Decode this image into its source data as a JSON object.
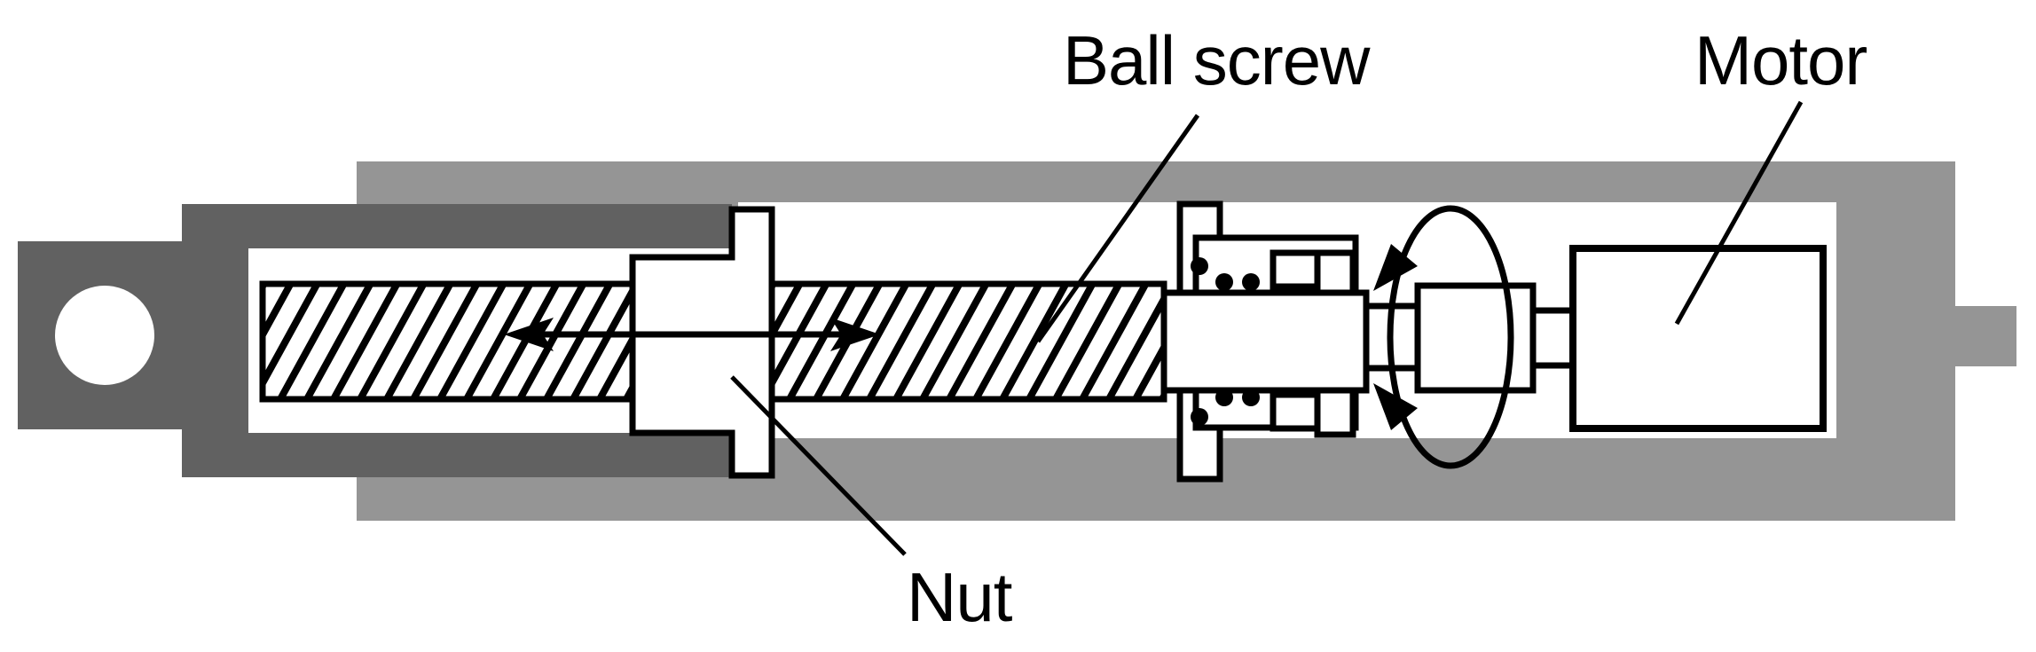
{
  "diagram": {
    "labels": {
      "ball_screw": "Ball screw",
      "motor": "Motor",
      "nut": "Nut"
    },
    "colors": {
      "outer_housing": "#959595",
      "inner_tube": "#616161",
      "line": "#000000",
      "background": "#ffffff"
    }
  }
}
